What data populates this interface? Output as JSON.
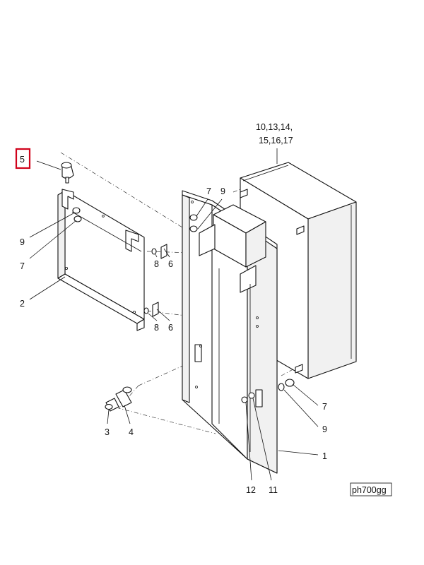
{
  "figure": {
    "highlighted_callout": "5",
    "highlight_color": "#d0021b",
    "reference_tag": "ph700gg",
    "callouts": {
      "c5": "5",
      "c_top_a": "10,13,14,",
      "c_top_b": "15,16,17",
      "c9_left": "9",
      "c7_left": "7",
      "c2": "2",
      "c8_a": "8",
      "c6_a": "6",
      "c8_b": "8",
      "c6_b": "6",
      "c7_top": "7",
      "c9_top": "9",
      "c3": "3",
      "c4": "4",
      "c7_right": "7",
      "c9_right": "9",
      "c1": "1",
      "c12": "12",
      "c11": "11"
    }
  }
}
